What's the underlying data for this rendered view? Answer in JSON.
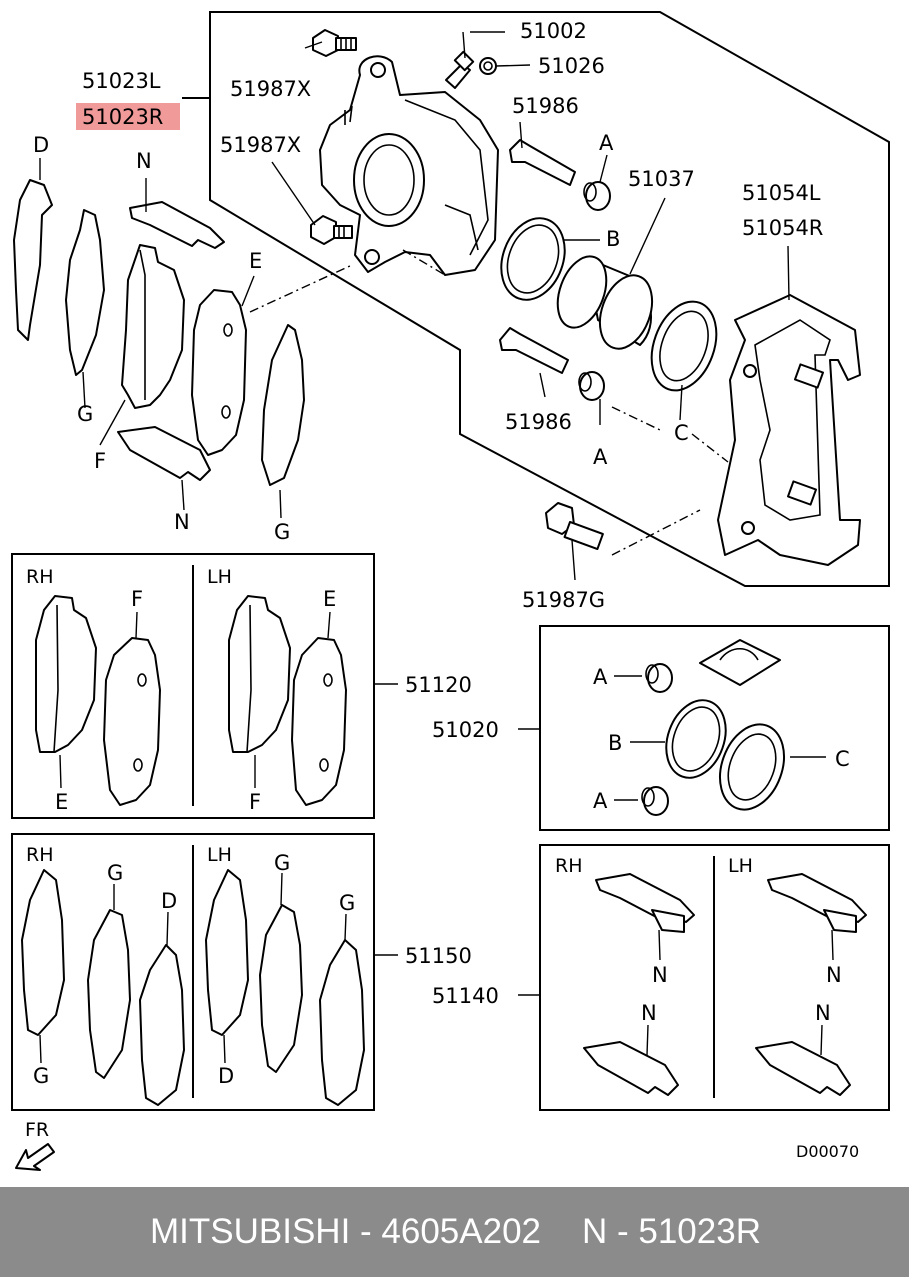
{
  "labels": {
    "p51023L": "51023L",
    "p51023R": "51023R",
    "p51987X_a": "51987X",
    "p51987X_b": "51987X",
    "p51002": "51002",
    "p51026": "51026",
    "p51986_a": "51986",
    "p51986_b": "51986",
    "p51037": "51037",
    "p51054L": "51054L",
    "p51054R": "51054R",
    "p51987G": "51987G",
    "p51120": "51120",
    "p51020": "51020",
    "p51150": "51150",
    "p51140": "51140",
    "fr": "FR",
    "diagram_code": "D00070"
  },
  "letters": {
    "D": "D",
    "N": "N",
    "E": "E",
    "G": "G",
    "F": "F",
    "A": "A",
    "B": "B",
    "C": "C"
  },
  "boxes": {
    "pads_rh": "RH",
    "pads_lh": "LH",
    "shims_rh": "RH",
    "shims_lh": "LH",
    "clips_rh": "RH",
    "clips_lh": "LH"
  },
  "highlight_color": "#f09a9a",
  "footer": {
    "brand_part": "MITSUBISHI - 4605A202",
    "ref": "N - 51023R",
    "background": "#8b8b8b"
  }
}
